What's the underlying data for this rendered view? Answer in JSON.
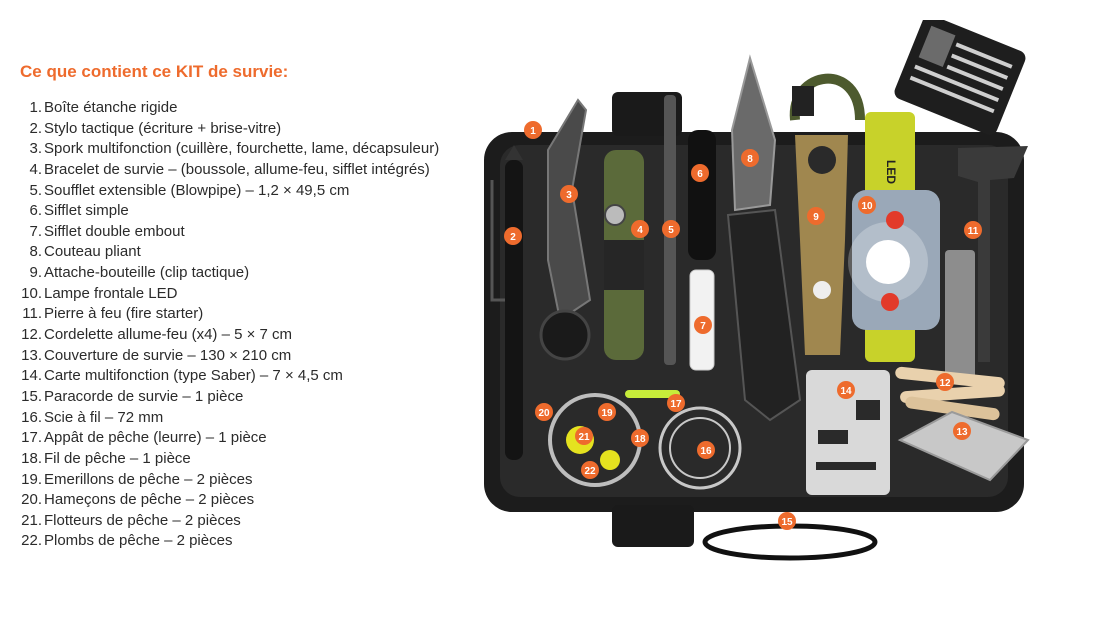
{
  "heading": "Ce que contient ce KIT de survie:",
  "colors": {
    "accent": "#ee6b2d",
    "text": "#2b2b2b",
    "case": "#1c1c1c"
  },
  "items": [
    {
      "num": "1.",
      "label": "Boîte étanche rigide"
    },
    {
      "num": "2.",
      "label": "Stylo tactique (écriture + brise-vitre)"
    },
    {
      "num": "3.",
      "label": "Spork multifonction (cuillère, fourchette, lame, décapsuleur)"
    },
    {
      "num": "4.",
      "label": "Bracelet de survie – (boussole, allume-feu, sifflet intégrés)"
    },
    {
      "num": "5.",
      "label": "Soufflet extensible (Blowpipe) – 1,2 × 49,5 cm"
    },
    {
      "num": "6.",
      "label": "Sifflet simple"
    },
    {
      "num": "7.",
      "label": "Sifflet double embout"
    },
    {
      "num": "8.",
      "label": "Couteau pliant"
    },
    {
      "num": "9.",
      "label": "Attache-bouteille (clip tactique)"
    },
    {
      "num": "10.",
      "label": "Lampe frontale LED"
    },
    {
      "num": "11.",
      "label": "Pierre à feu (fire starter)"
    },
    {
      "num": "12.",
      "label": "Cordelette allume-feu (x4) – 5 × 7 cm"
    },
    {
      "num": "13.",
      "label": "Couverture de survie – 130 × 210 cm"
    },
    {
      "num": "14.",
      "label": "Carte multifonction (type Saber) – 7 × 4,5 cm"
    },
    {
      "num": "15.",
      "label": "Paracorde de survie – 1 pièce"
    },
    {
      "num": "16.",
      "label": "Scie à fil – 72 mm"
    },
    {
      "num": "17.",
      "label": "Appât de pêche (leurre) – 1 pièce"
    },
    {
      "num": "18.",
      "label": "Fil de pêche – 1 pièce"
    },
    {
      "num": "19.",
      "label": "Emerillons de pêche – 2 pièces"
    },
    {
      "num": "20.",
      "label": "Hameçons de pêche – 2 pièces"
    },
    {
      "num": "21.",
      "label": "Flotteurs de pêche – 2 pièces"
    },
    {
      "num": "22.",
      "label": "Plombs de pêche – 2 pièces"
    }
  ],
  "photo": {
    "headlamp_band_text": "LED",
    "badges": [
      "1",
      "2",
      "3",
      "4",
      "5",
      "6",
      "7",
      "8",
      "9",
      "10",
      "11",
      "12",
      "13",
      "14",
      "15",
      "16",
      "17",
      "18",
      "19",
      "20",
      "21",
      "22"
    ]
  }
}
